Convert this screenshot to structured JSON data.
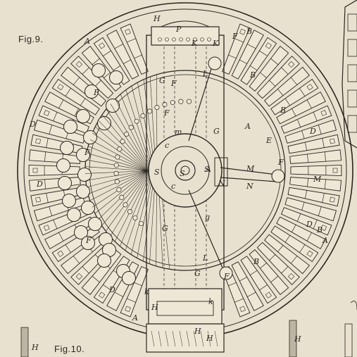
{
  "figures": {
    "fig9": "Fig.9.",
    "fig10": "Fig.10."
  },
  "labels": [
    "A",
    "A",
    "A",
    "A",
    "A",
    "B",
    "B",
    "B",
    "B",
    "B",
    "D",
    "D",
    "D",
    "D",
    "D",
    "F",
    "F",
    "F",
    "F",
    "F",
    "F",
    "F",
    "G",
    "G",
    "G",
    "G",
    "H",
    "H",
    "H",
    "H",
    "L",
    "L",
    "M",
    "M",
    "N",
    "N",
    "P",
    "K",
    "K",
    "k",
    "k",
    "S",
    "S",
    "S",
    "c",
    "c",
    "m",
    "g",
    "E",
    "F",
    "H",
    "H"
  ],
  "colors": {
    "paper": "#e9e1cf",
    "ink": "#2a2620"
  }
}
